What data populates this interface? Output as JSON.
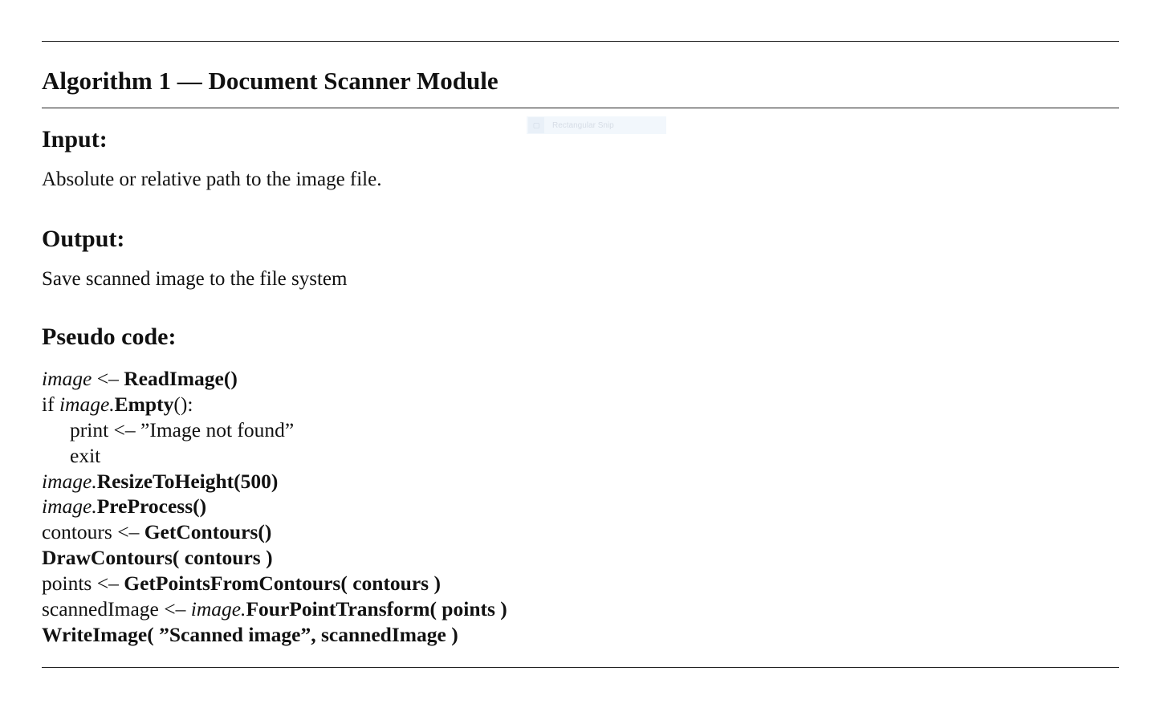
{
  "algorithm": {
    "title": "Algorithm 1 — Document Scanner Module"
  },
  "input": {
    "heading": "Input:",
    "text": "Absolute or relative path to the image file."
  },
  "output": {
    "heading": "Output:",
    "text": "Save scanned image to the file system"
  },
  "pseudocode": {
    "heading": "Pseudo code:",
    "lines": [
      {
        "indent": 0,
        "tokens": [
          {
            "t": "image",
            "s": "var"
          },
          {
            "t": " <– ",
            "s": "plain"
          },
          {
            "t": "ReadImage()",
            "s": "kw"
          }
        ]
      },
      {
        "indent": 0,
        "tokens": [
          {
            "t": "if ",
            "s": "plain"
          },
          {
            "t": "image.",
            "s": "var"
          },
          {
            "t": "Empty",
            "s": "kw"
          },
          {
            "t": "():",
            "s": "plain"
          }
        ]
      },
      {
        "indent": 1,
        "tokens": [
          {
            "t": "print <– ”Image not found”",
            "s": "plain"
          }
        ]
      },
      {
        "indent": 1,
        "tokens": [
          {
            "t": "exit",
            "s": "plain"
          }
        ]
      },
      {
        "indent": 0,
        "tokens": [
          {
            "t": "image.",
            "s": "var"
          },
          {
            "t": "ResizeToHeight(500)",
            "s": "kw"
          }
        ]
      },
      {
        "indent": 0,
        "tokens": [
          {
            "t": "image.",
            "s": "var"
          },
          {
            "t": "PreProcess()",
            "s": "kw"
          }
        ]
      },
      {
        "indent": 0,
        "tokens": [
          {
            "t": "contours <– ",
            "s": "plain"
          },
          {
            "t": "GetContours()",
            "s": "kw"
          }
        ]
      },
      {
        "indent": 0,
        "tokens": [
          {
            "t": "DrawContours( contours )",
            "s": "kw"
          }
        ]
      },
      {
        "indent": 0,
        "tokens": [
          {
            "t": "points <– ",
            "s": "plain"
          },
          {
            "t": "GetPointsFromContours( contours )",
            "s": "kw"
          }
        ]
      },
      {
        "indent": 0,
        "tokens": [
          {
            "t": "scannedImage <– ",
            "s": "plain"
          },
          {
            "t": "image.",
            "s": "var"
          },
          {
            "t": "FourPointTransform( points )",
            "s": "kw"
          }
        ]
      },
      {
        "indent": 0,
        "tokens": [
          {
            "t": "WriteImage( ”Scanned image”, scannedImage )",
            "s": "kw"
          }
        ]
      }
    ]
  },
  "overlay": {
    "snip_label": "Rectangular Snip",
    "snip_icon": "snip-mode-icon"
  }
}
